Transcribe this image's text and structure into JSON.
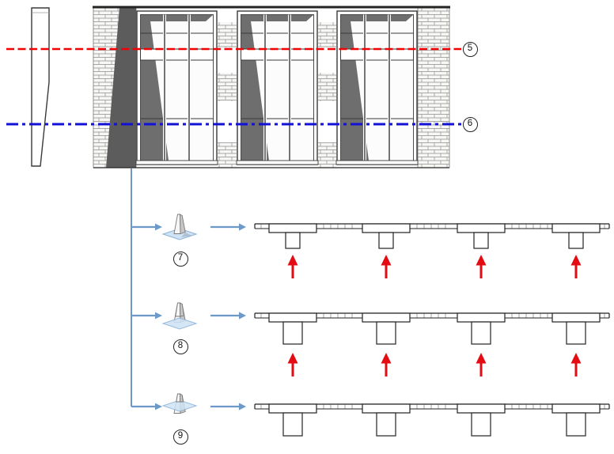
{
  "figure": {
    "name": "window-wall-cut-plane-study",
    "elevation": {
      "description": "Three-bay window elevation with brick piers and wall section profile",
      "window_count": 3,
      "cut_lines": [
        {
          "label": "5",
          "color": "#f40000",
          "style": "dashed",
          "position": "upper"
        },
        {
          "label": "6",
          "color": "#1212d6",
          "style": "dash-dot",
          "position": "lower"
        }
      ]
    },
    "plan_rows": [
      {
        "label": "7",
        "icon": "cut-plane-base-icon",
        "pier_count": 4,
        "red_arrows": 4
      },
      {
        "label": "8",
        "icon": "cut-plane-low-icon",
        "pier_count": 4,
        "red_arrows": 4
      },
      {
        "label": "9",
        "icon": "cut-plane-mid-icon",
        "pier_count": 4,
        "red_arrows": 0
      }
    ],
    "colors": {
      "connector_blue": "#6d99c8",
      "arrow_red": "#e50b13",
      "cut_line_red": "#f40000",
      "cut_line_blue": "#1212d6",
      "plane_fill": "#cfe3f4",
      "shadow_gray": "#6e6e6e"
    }
  }
}
